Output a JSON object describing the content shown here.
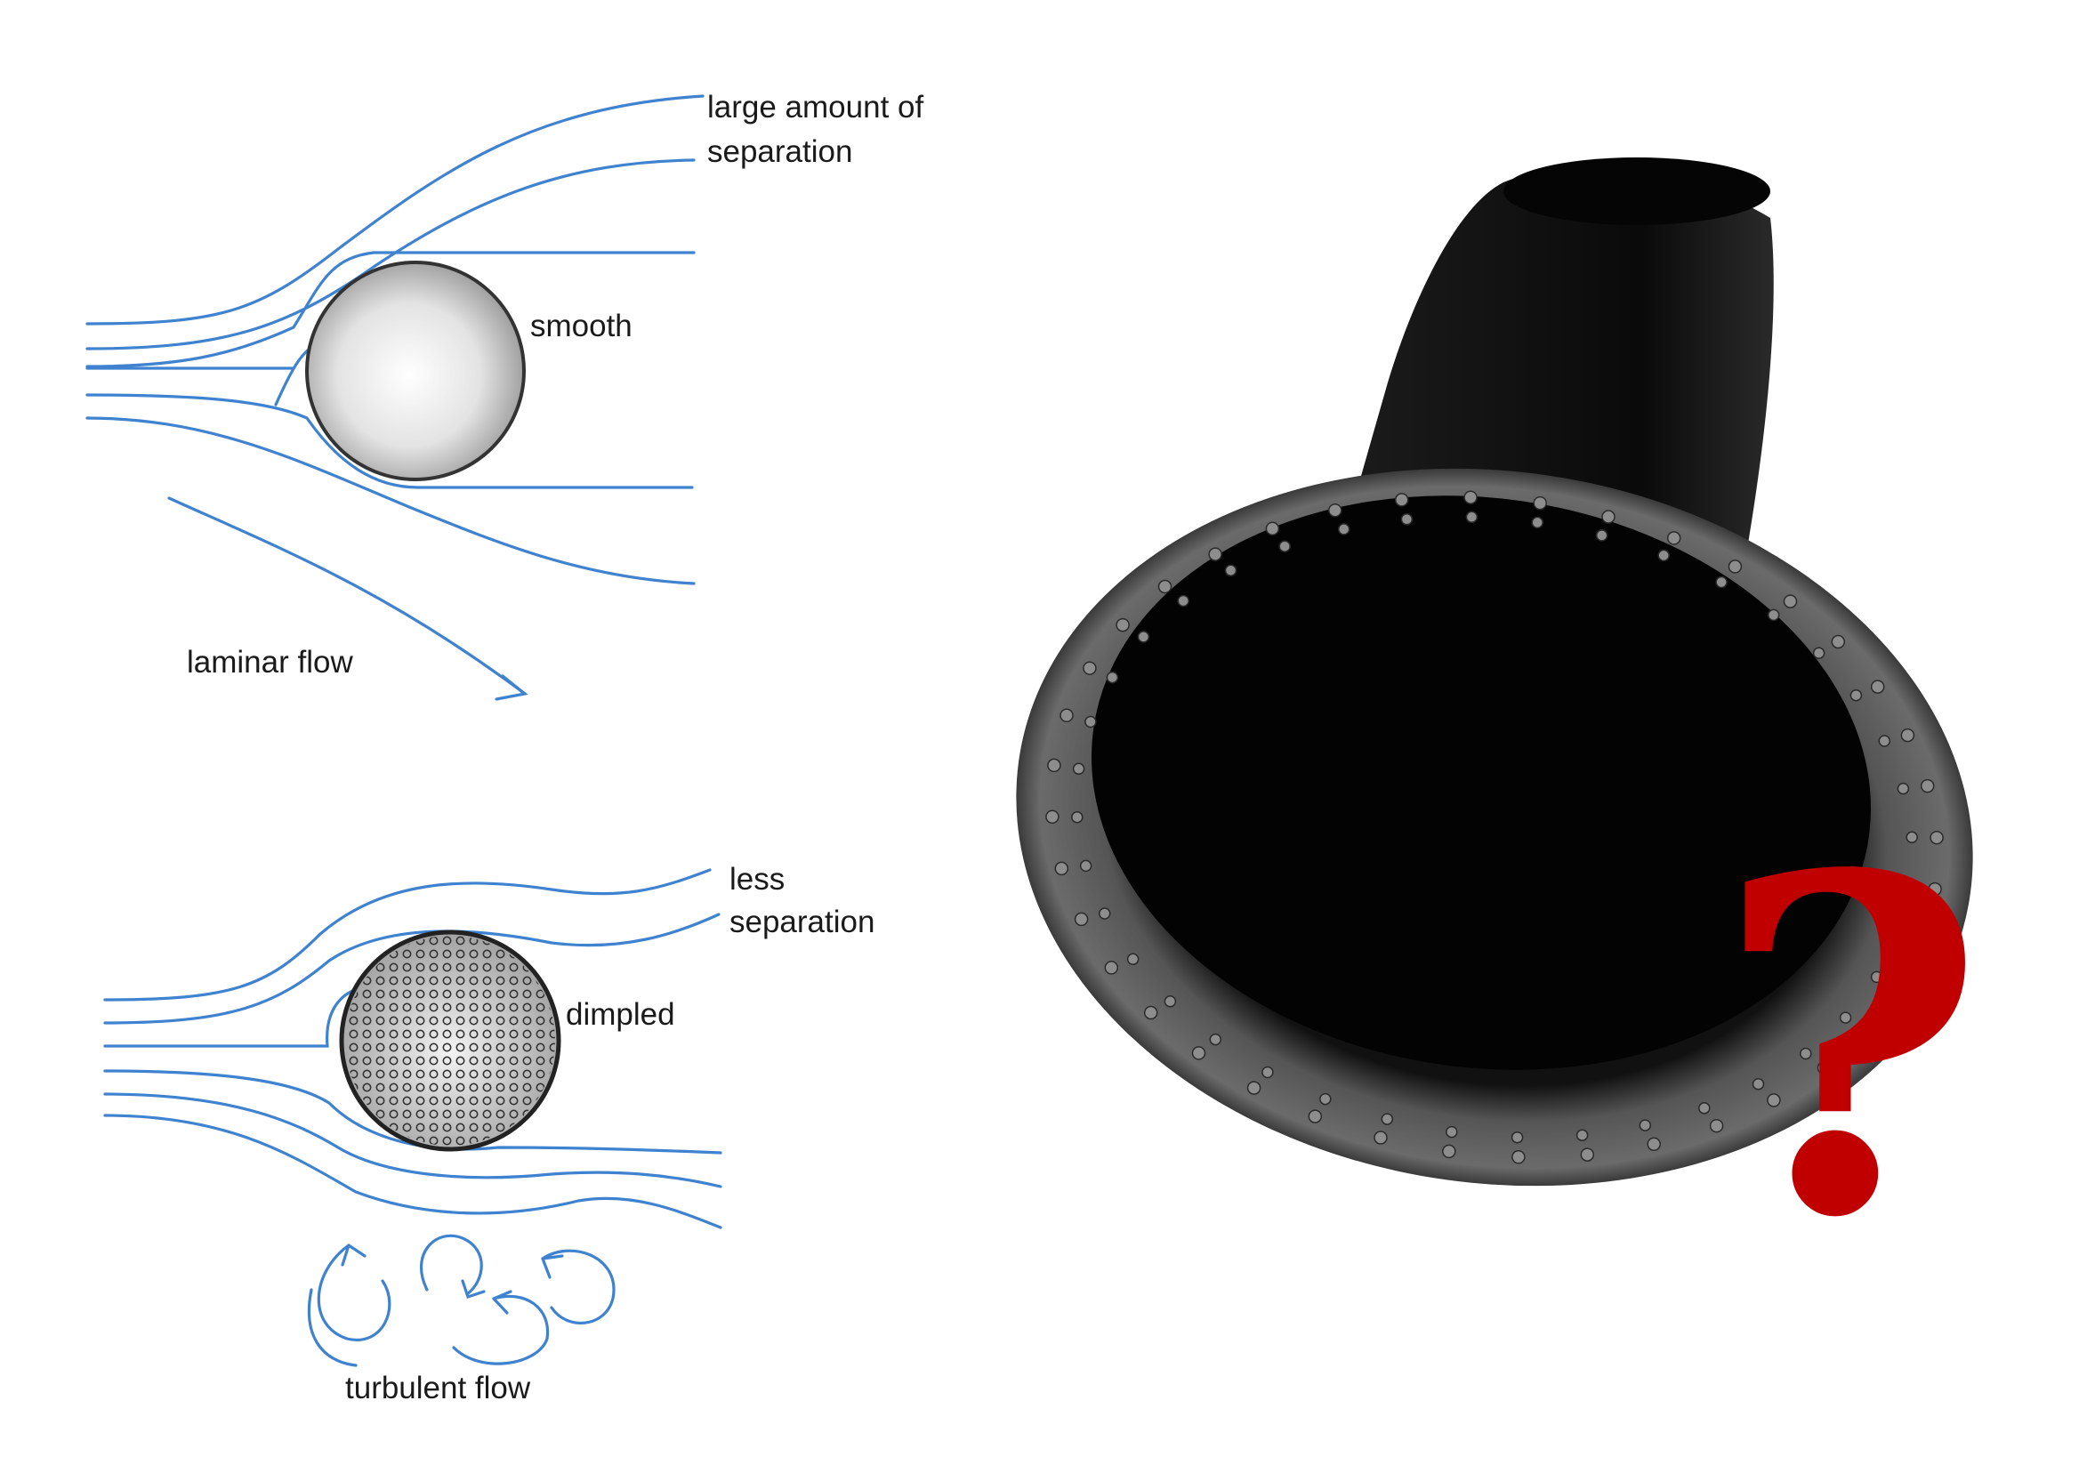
{
  "top_diagram": {
    "separation_label_line1": "large amount of",
    "separation_label_line2": "separation",
    "ball_label": "smooth",
    "flow_label": "laminar flow"
  },
  "bottom_diagram": {
    "separation_label_line1": "less",
    "separation_label_line2": "separation",
    "ball_label": "dimpled",
    "flow_label": "turbulent flow"
  },
  "photo": {
    "subject": "dimpled-bell-horn-photo",
    "question_mark": "?",
    "question_color": "#c00000"
  },
  "colors": {
    "flow_lines": "#3f82cf",
    "label_text": "#1a1a1a"
  }
}
